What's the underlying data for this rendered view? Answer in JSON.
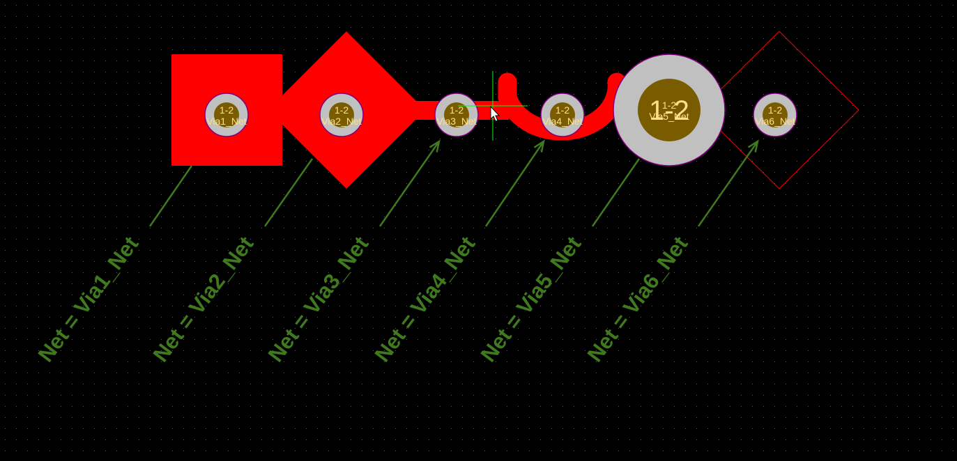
{
  "colors": {
    "background": "#000000",
    "copper": "#ff0000",
    "via_ring": "#c0c0c0",
    "via_hole": "#7a5c00",
    "via_outline": "#800080",
    "annotation": "#3f7a1f",
    "via_text": "#ffe08a",
    "crosshair": "#00ff00"
  },
  "vias": [
    {
      "layers": "1-2",
      "net": "Via1_Net",
      "label": "Net = Via1_Net"
    },
    {
      "layers": "1-2",
      "net": "Via2_Net",
      "label": "Net = Via2_Net"
    },
    {
      "layers": "1-2",
      "net": "Via3_Net",
      "label": "Net = Via3_Net"
    },
    {
      "layers": "1-2",
      "net": "Via4_Net",
      "label": "Net = Via4_Net"
    },
    {
      "layers": "1-2",
      "net": "Via5_Net",
      "label": "Net = Via5_Net",
      "big_layers": "1-2"
    },
    {
      "layers": "1-2",
      "net": "Via6_Net",
      "label": "Net = Via6_Net"
    }
  ]
}
